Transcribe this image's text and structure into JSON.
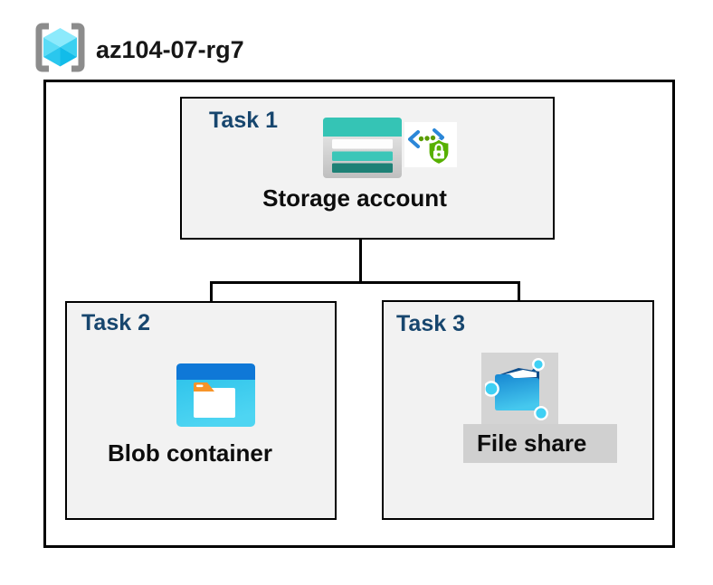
{
  "header": {
    "resource_group_name": "az104-07-rg7",
    "resource_group_icon": "resource-group-icon"
  },
  "diagram": {
    "tasks": [
      {
        "label": "Task 1",
        "resource": "Storage account",
        "icons": [
          "storage-account-icon",
          "secured-endpoint-icon"
        ]
      },
      {
        "label": "Task 2",
        "resource": "Blob container",
        "icons": [
          "blob-container-icon"
        ]
      },
      {
        "label": "Task 3",
        "resource": "File share",
        "icons": [
          "file-share-icon"
        ]
      }
    ],
    "connections": [
      {
        "from": "Storage account",
        "to": "Blob container"
      },
      {
        "from": "Storage account",
        "to": "File share"
      }
    ]
  },
  "colors": {
    "task_label_navy": "#17466e",
    "task_box_fill": "#f2f2f2",
    "box_border": "#000000",
    "storage_teal": "#35c4b5",
    "storage_teal_dark": "#1e8176",
    "blob_top_blue": "#0f78d7",
    "blob_body_cyan": "#35c8ee",
    "folder_tab_orange": "#f79428",
    "file_share_blue": "#1b93d9",
    "network_node_cyan": "#3fd0f4",
    "shield_green": "#57b000",
    "code_chevron_blue": "#2b87d8",
    "cube_cyan": "#50d9f5",
    "bracket_gray": "#8c8c8c",
    "fs_icon_bg_gray": "#d4d4d4",
    "fs_label_bg_gray": "#d0d0d0"
  }
}
